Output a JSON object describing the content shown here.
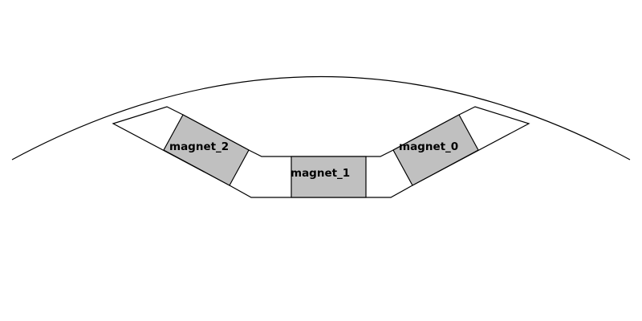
{
  "colors": {
    "magnet_fill": "#c0c0c0",
    "outline": "#000000",
    "background": "#ffffff"
  },
  "magnets": [
    {
      "id": "magnet_2",
      "label": "magnet_2"
    },
    {
      "id": "magnet_1",
      "label": "magnet_1"
    },
    {
      "id": "magnet_0",
      "label": "magnet_0"
    }
  ]
}
